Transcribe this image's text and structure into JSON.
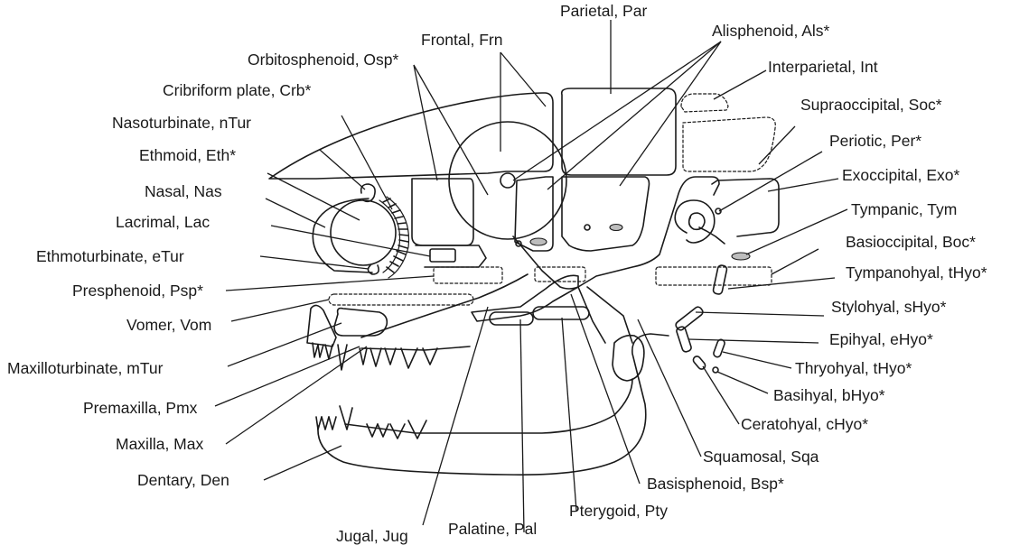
{
  "labels": {
    "parietal": "Parietal, Par",
    "frontal": "Frontal, Frn",
    "alisphenoid": "Alisphenoid, Als*",
    "orbitosphenoid": "Orbitosphenoid, Osp*",
    "interparietal": "Interparietal, Int",
    "cribriform": "Cribriform plate, Crb*",
    "supraoccipital": "Supraoccipital, Soc*",
    "nasoturbinate": "Nasoturbinate, nTur",
    "periotic": "Periotic, Per*",
    "ethmoid": "Ethmoid, Eth*",
    "exoccipital": "Exoccipital, Exo*",
    "nasal": "Nasal, Nas",
    "tympanic": "Tympanic, Tym",
    "lacrimal": "Lacrimal, Lac",
    "basioccipital": "Basioccipital, Boc*",
    "ethmoturbinate": "Ethmoturbinate, eTur",
    "tympanohyal": "Tympanohyal, tHyo*",
    "presphenoid": "Presphenoid, Psp*",
    "stylohyal": "Stylohyal, sHyo*",
    "vomer": "Vomer, Vom",
    "epihyal": "Epihyal, eHyo*",
    "maxilloturbinate": "Maxilloturbinate, mTur",
    "thyrohyal": "Thryohyal, tHyo*",
    "basihyal": "Basihyal, bHyo*",
    "premaxilla": "Premaxilla, Pmx",
    "ceratohyal": "Ceratohyal, cHyo*",
    "maxilla": "Maxilla, Max",
    "squamosal": "Squamosal, Sqa",
    "dentary": "Dentary, Den",
    "basisphenoid": "Basisphenoid, Bsp*",
    "pterygoid": "Pterygoid, Pty",
    "palatine": "Palatine, Pal",
    "jugal": "Jugal, Jug"
  }
}
